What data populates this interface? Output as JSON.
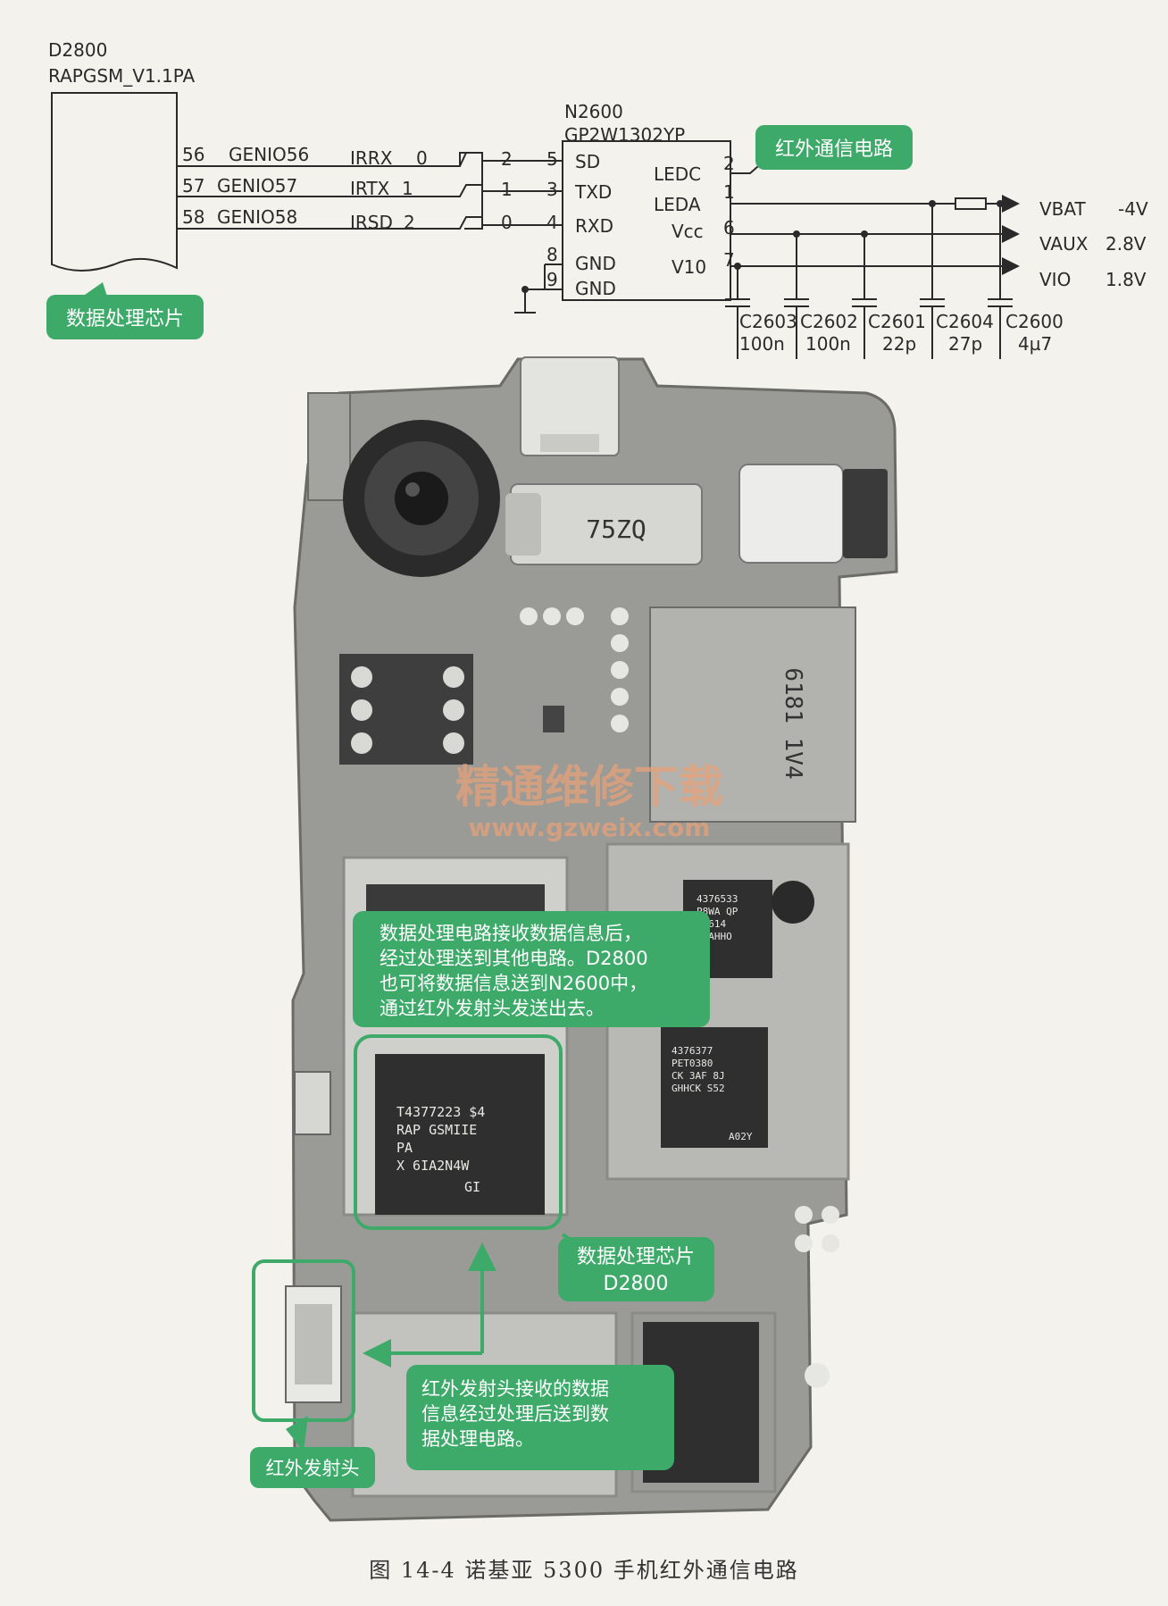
{
  "schematic": {
    "chip_d2800": {
      "ref": "D2800",
      "part": "RAPGSM_V1.1PA"
    },
    "chip_n2600": {
      "ref": "N2600",
      "part": "GP2W1302YP"
    },
    "lines": [
      {
        "pin": "56",
        "net": "GENIO56",
        "sig": "IRRX",
        "idx": "0"
      },
      {
        "pin": "57",
        "net": "GENIO57",
        "sig": "IRTX",
        "idx": "1"
      },
      {
        "pin": "58",
        "net": "GENIO58",
        "sig": "IRSD",
        "idx": "2"
      }
    ],
    "cross_nums": [
      "2",
      "1",
      "0"
    ],
    "n2600_left_pins": [
      {
        "num": "5",
        "name": "SD"
      },
      {
        "num": "3",
        "name": "TXD"
      },
      {
        "num": "4",
        "name": "RXD"
      },
      {
        "num": "8",
        "name": "GND"
      },
      {
        "num": "9",
        "name": "GND"
      }
    ],
    "n2600_right_pins": [
      {
        "num": "2",
        "name": "LEDC"
      },
      {
        "num": "1",
        "name": "LEDA"
      },
      {
        "num": "6",
        "name": "Vcc"
      },
      {
        "num": "7",
        "name": "V10"
      }
    ],
    "rails": [
      {
        "name": "VBAT",
        "value": "-4V"
      },
      {
        "name": "VAUX",
        "value": "2.8V"
      },
      {
        "name": "VIO",
        "value": "1.8V"
      }
    ],
    "capacitors": [
      {
        "ref": "C2603",
        "value": "100n"
      },
      {
        "ref": "C2602",
        "value": "100n"
      },
      {
        "ref": "C2601",
        "value": "22p"
      },
      {
        "ref": "C2604",
        "value": "27p"
      },
      {
        "ref": "C2600",
        "value": "4µ7"
      }
    ],
    "label_ir_circuit": "红外通信电路",
    "label_data_chip": "数据处理芯片"
  },
  "board": {
    "vibrator_mark": "75ZQ",
    "sim_mark": "6181 1V4",
    "cpu_marking": [
      "T4377223  $4",
      "RAP GSMIIE",
      "PA",
      "X  6IA2N4W",
      "GI"
    ],
    "chip2_marking": [
      "4376533",
      "P8WA QP",
      "A 614",
      "STAHHO"
    ],
    "chip3_marking": [
      "4376377",
      "PET0380",
      "CK 3AF 8J",
      "GHHCK S52"
    ],
    "chip3_sub": "A02Y",
    "watermark_cn": "精通维修下载",
    "watermark_url": "www.gzweix.com",
    "callout_top": [
      "数据处理电路接收数据信息后，",
      "经过处理送到其他电路。D2800",
      "也可将数据信息送到N2600中，",
      "通过红外发射头发送出去。"
    ],
    "callout_chip": [
      "数据处理芯片",
      "D2800"
    ],
    "callout_bottom": [
      "红外发射头接收的数据",
      "信息经过处理后送到数",
      "据处理电路。"
    ],
    "callout_ir": "红外发射头"
  },
  "caption": "图 14-4    诺基亚 5300 手机红外通信电路",
  "colors": {
    "callout": "#3daa6a",
    "line": "#2a2a2a",
    "pcb": "#9a9a96"
  }
}
